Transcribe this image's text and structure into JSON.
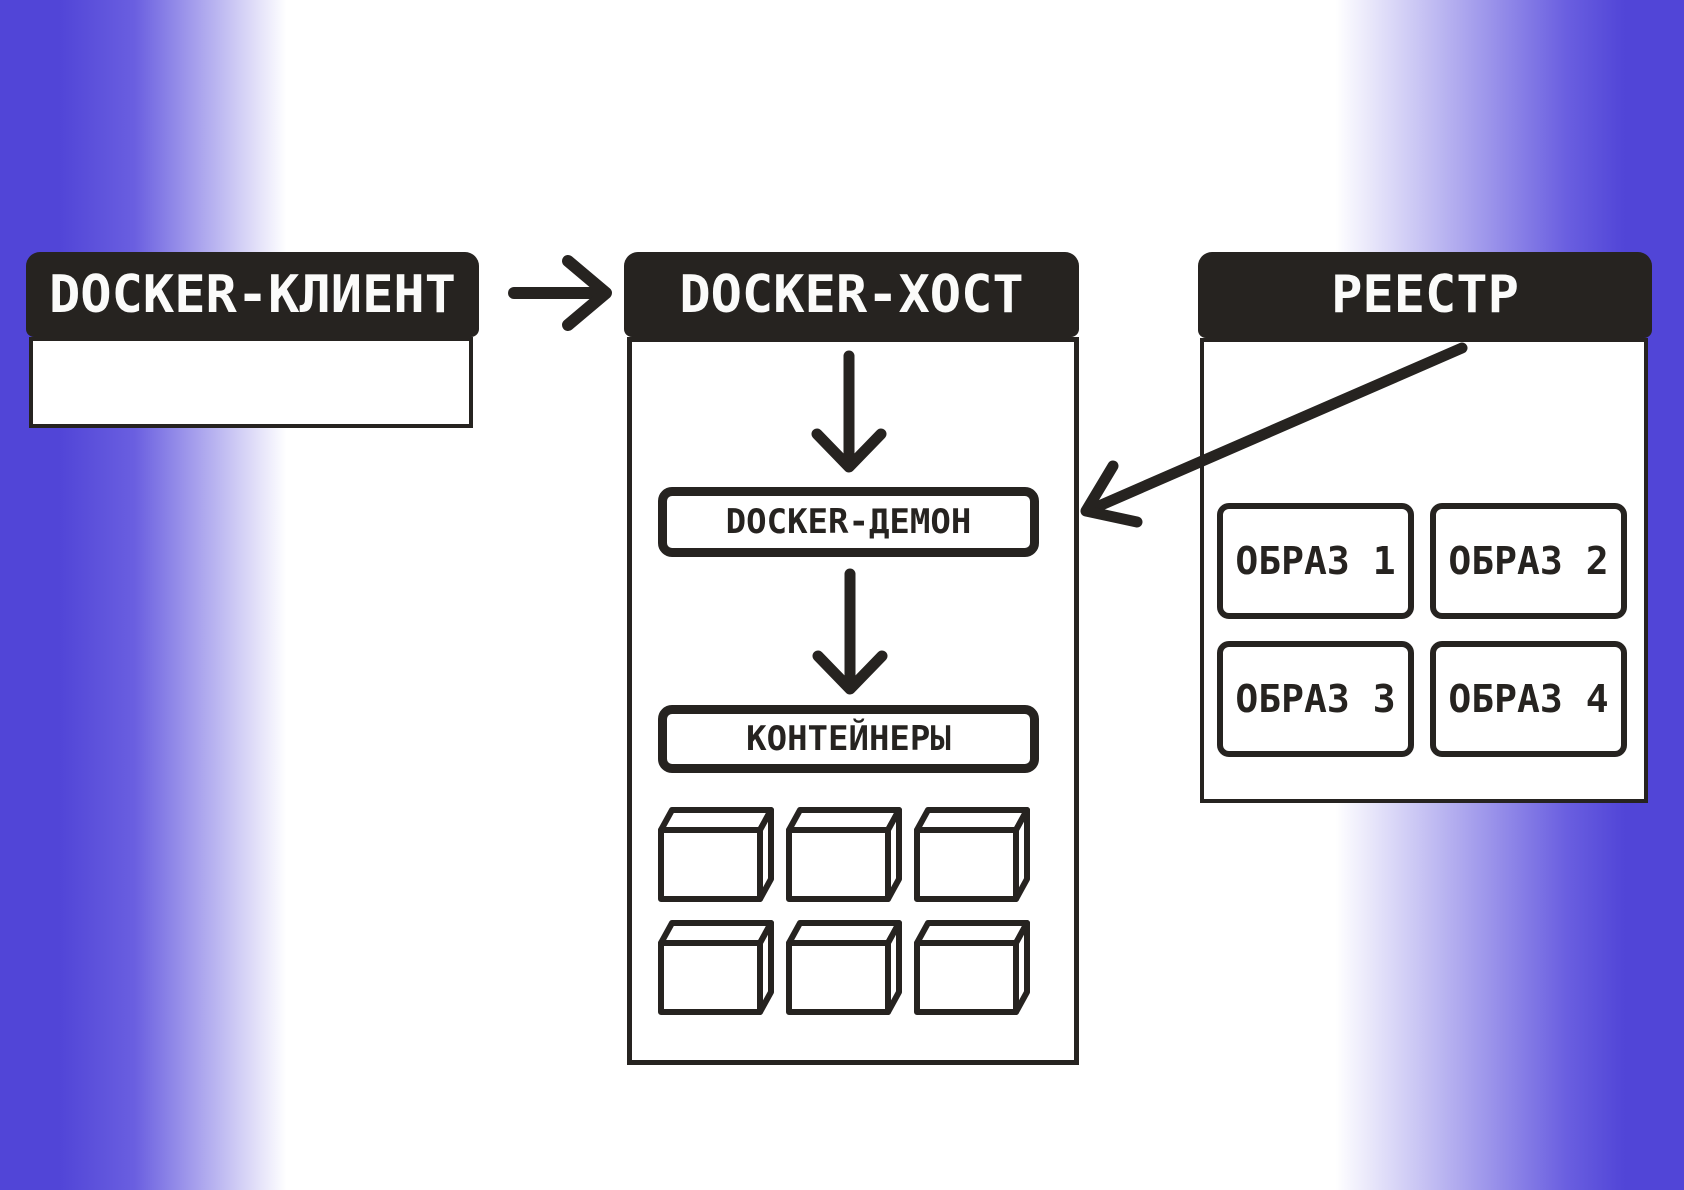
{
  "client": {
    "title": "DOCKER-КЛИЕНТ"
  },
  "host": {
    "title": "DOCKER-ХОСТ",
    "daemon_label": "DOCKER-ДЕМОН",
    "containers_label": "КОНТЕЙНЕРЫ",
    "container_cube_count": 6
  },
  "registry": {
    "title": "РЕЕСТР",
    "images": [
      "ОБРАЗ 1",
      "ОБРАЗ 2",
      "ОБРАЗ 3",
      "ОБРАЗ 4"
    ]
  },
  "colors": {
    "ink": "#262320",
    "panel_fill": "#ffffff",
    "header_text": "#fbfbfa",
    "bg_edge": "#5145d7",
    "bg_mid": "#6a5fe0",
    "bg_center": "#ffffff"
  }
}
